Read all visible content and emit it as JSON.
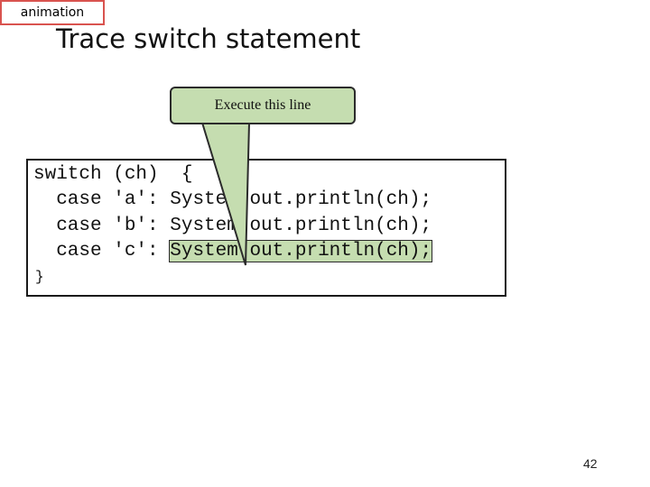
{
  "badge": {
    "label": "animation"
  },
  "slide": {
    "title": "Trace switch statement",
    "page_number": "42"
  },
  "callout": {
    "text": "Execute this line"
  },
  "code": {
    "line1_kw": "switch",
    "line1_rest": " (ch)  {",
    "line2_kw": "  case",
    "line2_char": " 'a':",
    "line2_stmt": " System.out.println(ch);",
    "line3_kw": "  case",
    "line3_char": " 'b':",
    "line3_stmt": " System.out.println(ch);",
    "line4_kw": "  case",
    "line4_char": " 'c':",
    "line4_stmt": "System.out.println(ch);",
    "closing_brace": "}"
  },
  "colors": {
    "callout_bg": "#c5ddb0",
    "badge_border": "#d9534f"
  }
}
